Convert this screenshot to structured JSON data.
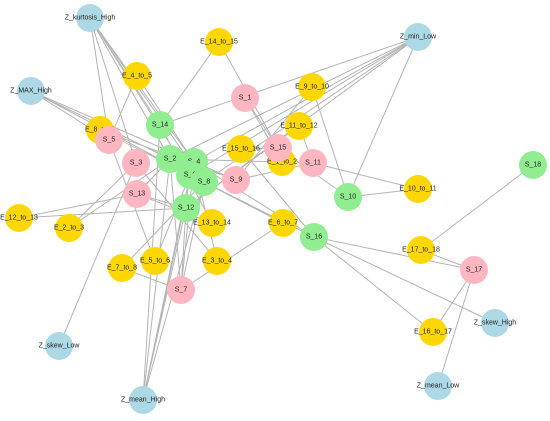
{
  "colors": {
    "S": "#ffb6c1",
    "E": "#ffd700",
    "green": "#90ee90",
    "Z": "#add8e6",
    "edge": "#b4b4b4"
  },
  "nodes": [
    {
      "id": "Z_kurtosis_High",
      "label": "Z_kurtosis_High",
      "group": "Z"
    },
    {
      "id": "Z_min_Low",
      "label": "Z_min_Low",
      "group": "Z"
    },
    {
      "id": "Z_MAX_High",
      "label": "Z_MAX_High",
      "group": "Z"
    },
    {
      "id": "Z_skew_Low",
      "label": "Z_skew_Low",
      "group": "Z"
    },
    {
      "id": "Z_skew_High",
      "label": "Z_skew_High",
      "group": "Z"
    },
    {
      "id": "Z_mean_Low",
      "label": "Z_mean_Low",
      "group": "Z"
    },
    {
      "id": "Z_mean_High",
      "label": "Z_mean_High",
      "group": "Z"
    },
    {
      "id": "E_14_to_15",
      "label": "E_14_to_15",
      "group": "E"
    },
    {
      "id": "E_4_to_5",
      "label": "E_4_to_5",
      "group": "E"
    },
    {
      "id": "E_9_to_10",
      "label": "E_9_to_10",
      "group": "E"
    },
    {
      "id": "E_8_to_9",
      "label": "E_8_to_9",
      "group": "E"
    },
    {
      "id": "E_11_to_12",
      "label": "E_11_to_12",
      "group": "E"
    },
    {
      "id": "E_15_to_16",
      "label": "E_15_to_16",
      "group": "E"
    },
    {
      "id": "E_1_to_2",
      "label": "E_1_to_2",
      "group": "E"
    },
    {
      "id": "E_10_to_11",
      "label": "E_10_to_11",
      "group": "E"
    },
    {
      "id": "E_12_to_13",
      "label": "E_12_to_13",
      "group": "E"
    },
    {
      "id": "E_2_to_3",
      "label": "E_2_to_3",
      "group": "E"
    },
    {
      "id": "E_13_to_14",
      "label": "E_13_to_14",
      "group": "E"
    },
    {
      "id": "E_6_to_7",
      "label": "E_6_to_7",
      "group": "E"
    },
    {
      "id": "E_17_to_18",
      "label": "E_17_to_18",
      "group": "E"
    },
    {
      "id": "E_7_to_8",
      "label": "E_7_to_8",
      "group": "E"
    },
    {
      "id": "E_5_to_6",
      "label": "E_5_to_6",
      "group": "E"
    },
    {
      "id": "E_3_to_4",
      "label": "E_3_to_4",
      "group": "E"
    },
    {
      "id": "E_16_to_17",
      "label": "E_16_to_17",
      "group": "E"
    },
    {
      "id": "S_1",
      "label": "S_1",
      "group": "S"
    },
    {
      "id": "S_5",
      "label": "S_5",
      "group": "S"
    },
    {
      "id": "S_3",
      "label": "S_3",
      "group": "S"
    },
    {
      "id": "S_15",
      "label": "S_15",
      "group": "S"
    },
    {
      "id": "S_11",
      "label": "S_11",
      "group": "S"
    },
    {
      "id": "S_9",
      "label": "S_9",
      "group": "S"
    },
    {
      "id": "S_13",
      "label": "S_13",
      "group": "S"
    },
    {
      "id": "S_7",
      "label": "S_7",
      "group": "S"
    },
    {
      "id": "S_17",
      "label": "S_17",
      "group": "S"
    },
    {
      "id": "S_14",
      "label": "S_14",
      "group": "green"
    },
    {
      "id": "S_2",
      "label": "S_2",
      "group": "green"
    },
    {
      "id": "S_4",
      "label": "S_4",
      "group": "green"
    },
    {
      "id": "S_6",
      "label": "S_6",
      "group": "green"
    },
    {
      "id": "S_8",
      "label": "S_8",
      "group": "green"
    },
    {
      "id": "S_10",
      "label": "S_10",
      "group": "green"
    },
    {
      "id": "S_12",
      "label": "S_12",
      "group": "green"
    },
    {
      "id": "S_16",
      "label": "S_16",
      "group": "green"
    },
    {
      "id": "S_18",
      "label": "S_18",
      "group": "green"
    }
  ],
  "edges": [
    [
      "Z_kurtosis_High",
      "S_5"
    ],
    [
      "Z_kurtosis_High",
      "S_3"
    ],
    [
      "Z_kurtosis_High",
      "S_2"
    ],
    [
      "Z_kurtosis_High",
      "S_4"
    ],
    [
      "Z_kurtosis_High",
      "S_6"
    ],
    [
      "Z_kurtosis_High",
      "S_14"
    ],
    [
      "Z_kurtosis_High",
      "S_8"
    ],
    [
      "Z_min_Low",
      "S_2"
    ],
    [
      "Z_min_Low",
      "S_4"
    ],
    [
      "Z_min_Low",
      "S_6"
    ],
    [
      "Z_min_Low",
      "S_8"
    ],
    [
      "Z_min_Low",
      "S_14"
    ],
    [
      "Z_min_Low",
      "S_10"
    ],
    [
      "Z_min_Low",
      "S_12"
    ],
    [
      "Z_MAX_High",
      "S_5"
    ],
    [
      "Z_MAX_High",
      "S_2"
    ],
    [
      "Z_MAX_High",
      "S_4"
    ],
    [
      "Z_MAX_High",
      "S_6"
    ],
    [
      "Z_skew_Low",
      "S_3"
    ],
    [
      "Z_skew_High",
      "S_16"
    ],
    [
      "Z_mean_Low",
      "S_17"
    ],
    [
      "Z_mean_High",
      "S_2"
    ],
    [
      "Z_mean_High",
      "S_4"
    ],
    [
      "Z_mean_High",
      "S_6"
    ],
    [
      "Z_mean_High",
      "S_8"
    ],
    [
      "Z_mean_High",
      "S_12"
    ],
    [
      "Z_mean_High",
      "S_14"
    ],
    [
      "E_14_to_15",
      "S_14"
    ],
    [
      "E_14_to_15",
      "S_15"
    ],
    [
      "E_4_to_5",
      "S_4"
    ],
    [
      "E_4_to_5",
      "S_5"
    ],
    [
      "E_9_to_10",
      "S_9"
    ],
    [
      "E_9_to_10",
      "S_10"
    ],
    [
      "E_8_to_9",
      "S_8"
    ],
    [
      "E_8_to_9",
      "S_9"
    ],
    [
      "E_11_to_12",
      "S_11"
    ],
    [
      "E_11_to_12",
      "S_12"
    ],
    [
      "E_15_to_16",
      "S_15"
    ],
    [
      "E_15_to_16",
      "S_16"
    ],
    [
      "E_1_to_2",
      "S_1"
    ],
    [
      "E_1_to_2",
      "S_2"
    ],
    [
      "E_10_to_11",
      "S_10"
    ],
    [
      "E_10_to_11",
      "S_11"
    ],
    [
      "E_12_to_13",
      "S_12"
    ],
    [
      "E_12_to_13",
      "S_13"
    ],
    [
      "E_2_to_3",
      "S_2"
    ],
    [
      "E_2_to_3",
      "S_3"
    ],
    [
      "E_13_to_14",
      "S_13"
    ],
    [
      "E_13_to_14",
      "S_14"
    ],
    [
      "E_6_to_7",
      "S_6"
    ],
    [
      "E_6_to_7",
      "S_7"
    ],
    [
      "E_17_to_18",
      "S_17"
    ],
    [
      "E_17_to_18",
      "S_18"
    ],
    [
      "E_7_to_8",
      "S_7"
    ],
    [
      "E_7_to_8",
      "S_8"
    ],
    [
      "E_5_to_6",
      "S_5"
    ],
    [
      "E_5_to_6",
      "S_6"
    ],
    [
      "E_3_to_4",
      "S_3"
    ],
    [
      "E_3_to_4",
      "S_4"
    ],
    [
      "E_16_to_17",
      "S_16"
    ],
    [
      "E_16_to_17",
      "S_17"
    ],
    [
      "S_16",
      "S_17"
    ],
    [
      "S_16",
      "S_4"
    ],
    [
      "S_16",
      "S_8"
    ],
    [
      "S_7",
      "S_12"
    ],
    [
      "S_7",
      "S_2"
    ],
    [
      "S_7",
      "S_4"
    ],
    [
      "S_7",
      "S_8"
    ],
    [
      "S_13",
      "S_2"
    ],
    [
      "S_13",
      "S_12"
    ],
    [
      "S_9",
      "S_4"
    ],
    [
      "S_9",
      "S_11"
    ],
    [
      "S_15",
      "S_1"
    ],
    [
      "S_15",
      "S_10"
    ]
  ]
}
